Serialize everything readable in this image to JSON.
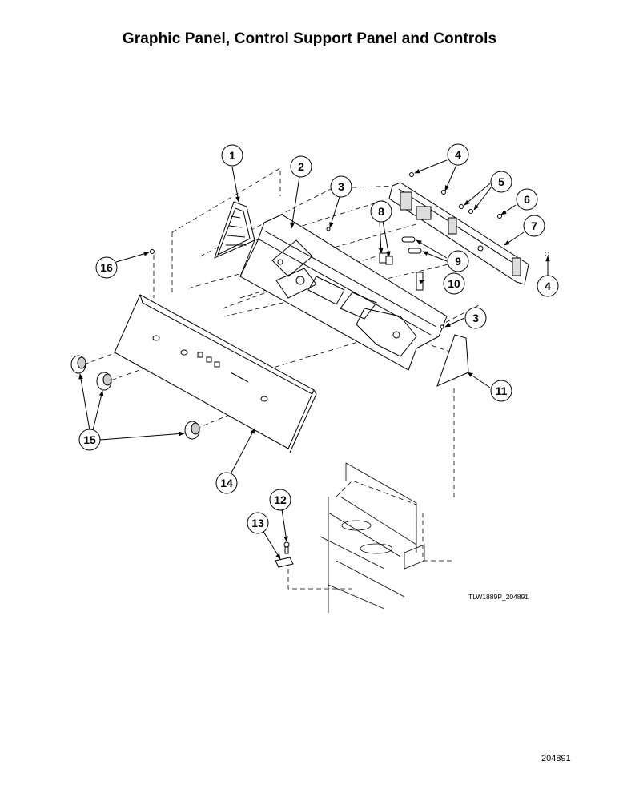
{
  "title": "Graphic Panel, Control Support Panel and Controls",
  "callouts": [
    {
      "label": "1"
    },
    {
      "label": "2"
    },
    {
      "label": "3"
    },
    {
      "label": "4"
    },
    {
      "label": "5"
    },
    {
      "label": "6"
    },
    {
      "label": "7"
    },
    {
      "label": "8"
    },
    {
      "label": "16"
    },
    {
      "label": "9"
    },
    {
      "label": "4"
    },
    {
      "label": "10"
    },
    {
      "label": "3"
    },
    {
      "label": "11"
    },
    {
      "label": "15"
    },
    {
      "label": "14"
    },
    {
      "label": "12"
    },
    {
      "label": "13"
    }
  ],
  "drawing_code": "TLW1889P_204891",
  "page_number": "204891"
}
